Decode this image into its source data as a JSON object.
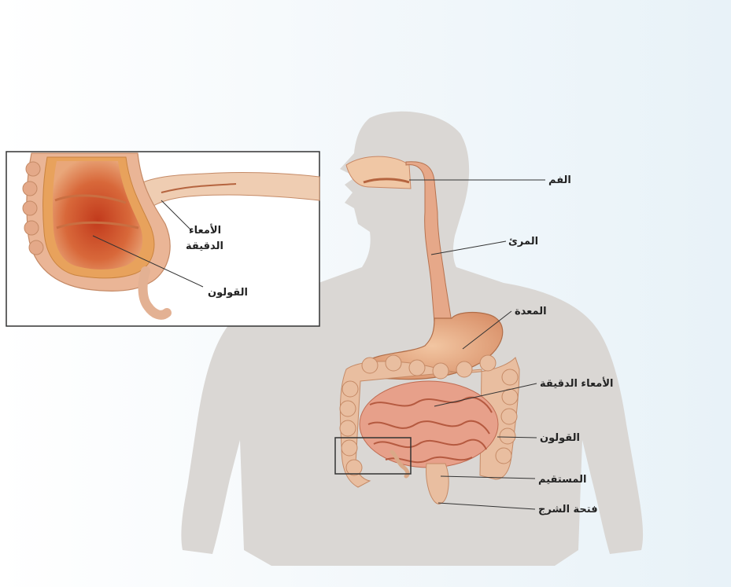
{
  "labels": {
    "mouth": "الفم",
    "esophagus": "المرئ",
    "stomach": "المعدة",
    "small_intestine": "الأمعاء الدقيقة",
    "colon": "القولون",
    "rectum": "المستقيم",
    "anus": "فتحة الشرج"
  },
  "inset": {
    "small_intestine_line1": "الأمعاء",
    "small_intestine_line2": "الدقيقة",
    "colon": "القولون"
  },
  "colors": {
    "body_silhouette": "#d9d6d3",
    "organ_fill": "#e7b48f",
    "organ_dark": "#c9744a",
    "colon_fill": "#e7b99a",
    "background_tint": "#eef5f9"
  }
}
